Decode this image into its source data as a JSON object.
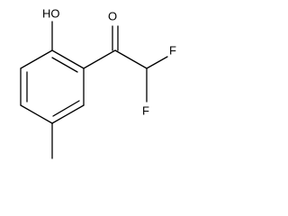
{
  "molecule": {
    "atom_labels": {
      "hydroxyl": "HO",
      "carbonyl_oxygen": "O",
      "fluorine_upper": "F",
      "fluorine_lower": "F"
    },
    "colors": {
      "bond": "#000000",
      "label": "#000000",
      "background": "#ffffff"
    }
  }
}
